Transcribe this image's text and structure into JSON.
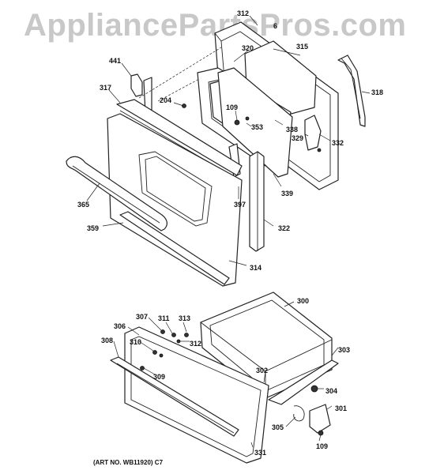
{
  "watermark": "AppliancePartsPros.com",
  "art_caption": "(ART NO. WB11920) C7",
  "part_numbers": [
    "312",
    "6",
    "315",
    "320",
    "441",
    "318",
    "317",
    "204",
    "109",
    "353",
    "338",
    "329",
    "332",
    "365",
    "397",
    "339",
    "359",
    "322",
    "314",
    "300",
    "307",
    "311",
    "313",
    "306",
    "310",
    "312",
    "308",
    "303",
    "302",
    "309",
    "304",
    "301",
    "305",
    "109",
    "331"
  ]
}
